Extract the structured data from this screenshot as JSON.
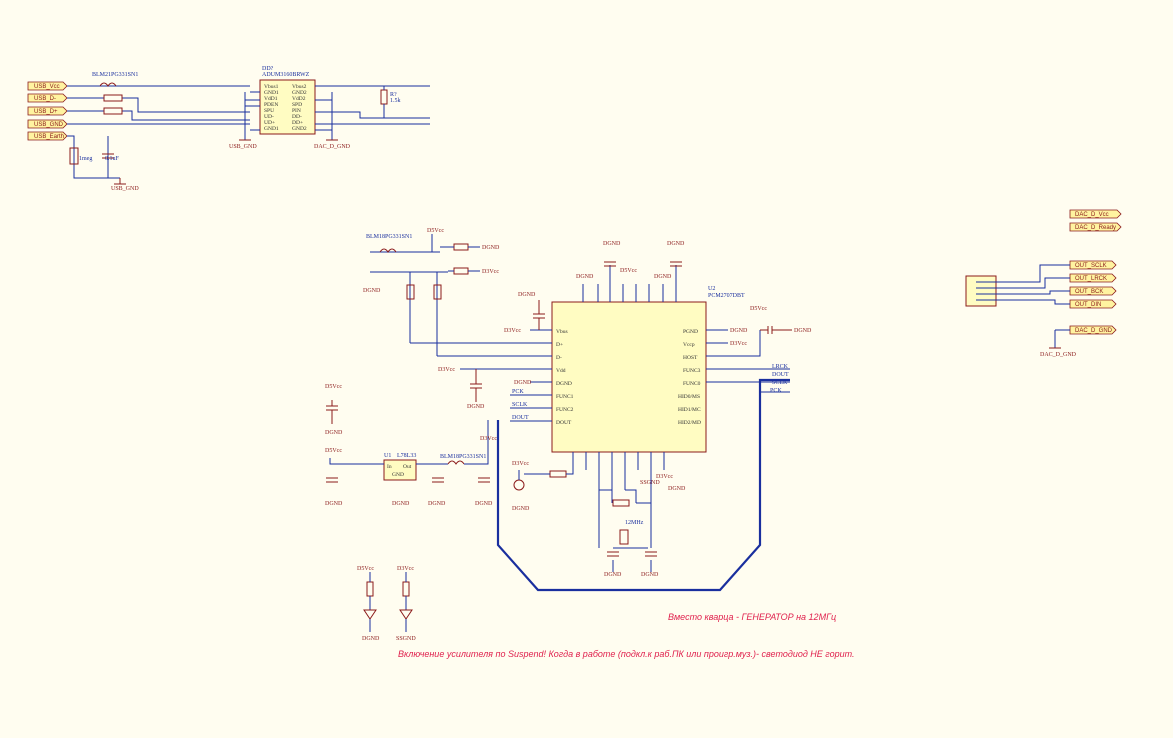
{
  "ports_left": [
    "USB_Vcc",
    "USB_D-",
    "USB_D+",
    "USB_GND",
    "USB_Earth"
  ],
  "ports_right": [
    "DAC_D_Vcc",
    "DAC_D_Ready",
    "OUT_SCLK",
    "OUT_LRCK",
    "OUT_BCK",
    "OUT_DIN",
    "DAC_D_GND"
  ],
  "isolator": {
    "ref": "DD?",
    "part": "ADUM3160BRWZ",
    "pins_left": [
      "Vbus1",
      "GND1",
      "VdD1",
      "PDEN",
      "SPU",
      "UD-",
      "UD+",
      "GND1"
    ],
    "pins_right": [
      "Vbus2",
      "GND2",
      "VdD2",
      "SPD",
      "PIN",
      "DD-",
      "DD+",
      "GND2"
    ]
  },
  "codec": {
    "ref": "U2",
    "part": "PCM2707DBT",
    "pins_left": [
      "Vbus",
      "D+",
      "D-",
      "Vdd",
      "DGND",
      "FUNC1",
      "FUNC2",
      "DOUT"
    ],
    "pins_right": [
      "PGND",
      "Vccp",
      "HOST",
      "FUNC3",
      "FUNC0",
      "HID0/MS",
      "HID1/MC",
      "HID2/MD"
    ]
  },
  "regulator": {
    "ref": "U1",
    "part": "L78L33",
    "in": "In",
    "out": "Out",
    "gnd": "GND"
  },
  "labels": {
    "usb_gnd": "USB_GND",
    "dac_gnd": "DAC_D_GND",
    "dgnd": "DGND",
    "d3vcc": "D3Vcc",
    "d5vcc": "D5Vcc",
    "ssgnd": "SSGND",
    "l_ferrite": "BLM18PG331SN1",
    "crystal": "12MHz",
    "dac_d_gnd": "DAC_D_GND",
    "lrck": "LRCK",
    "sclk": "SCLK",
    "dout": "DOUT",
    "pck": "PCK"
  },
  "notes": [
    "Вместо кварца - ГЕНЕРАТОР на 12МГц",
    "Включение усилителя по Suspend! Когда в работе (подкл.к раб.ПК или проигр.муз.)- светодиод НЕ горит."
  ]
}
